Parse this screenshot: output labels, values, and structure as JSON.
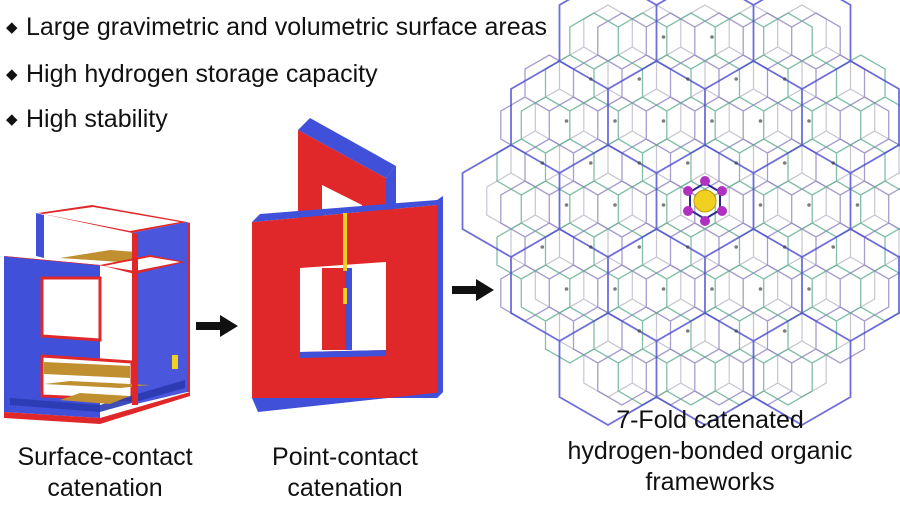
{
  "bullets": [
    {
      "marker": "◆",
      "text": "Large gravimetric and volumetric surface areas"
    },
    {
      "marker": "◆",
      "text": "High hydrogen storage capacity"
    },
    {
      "marker": "◆",
      "text": "High stability"
    }
  ],
  "labels": {
    "surface_line1": "Surface-contact",
    "surface_line2": "catenation",
    "point_line1": "Point-contact",
    "point_line2": "catenation",
    "framework_line1": "7-Fold catenated",
    "framework_line2": "hydrogen-bonded organic",
    "framework_line3": "frameworks"
  },
  "colors": {
    "blue": "#4050d8",
    "red": "#e0282a",
    "gold": "#c09030",
    "yellow": "#f0d020",
    "purple": "#b030c0",
    "lattice_purple": "#8a7cc0",
    "lattice_blue": "#4a4ad0",
    "lattice_green": "#5aaa8a",
    "lattice_grey": "#b8b8c8"
  },
  "icons": [
    "diamond-bullet-icon",
    "arrow-right-icon"
  ]
}
